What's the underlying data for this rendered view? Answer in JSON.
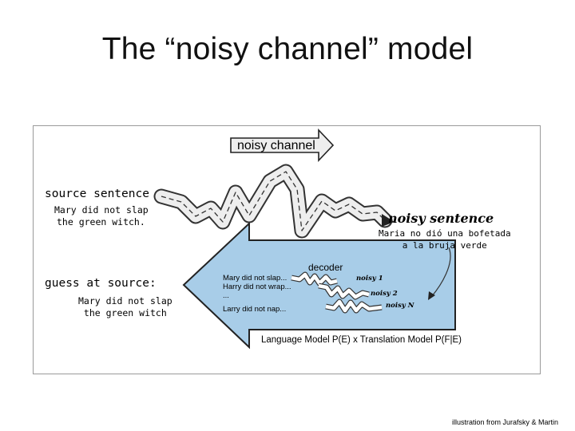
{
  "title": "The “noisy channel” model",
  "diagram": {
    "noisy_channel_label": "noisy channel",
    "source": {
      "heading": "source sentence",
      "lines": [
        "Mary did not slap",
        "the green witch."
      ]
    },
    "noisy_sentence": {
      "heading": "noisy sentence",
      "lines": [
        "Maria no dió una bofetada",
        "a la bruja verde"
      ]
    },
    "guess": {
      "heading": "guess at source:",
      "lines": [
        "Mary did not slap",
        "the green witch"
      ]
    },
    "decoder": {
      "label": "decoder",
      "candidates": [
        "Mary did not slap...",
        "Harry did not wrap...",
        "...",
        "Larry did not nap..."
      ],
      "noisy_tags": [
        "noisy 1",
        "noisy 2",
        "noisy N"
      ],
      "formula": "Language Model P(E) x Translation Model P(F|E)"
    },
    "colors": {
      "arrow_fill": "#a8cde8",
      "arrow_stroke": "#222222",
      "zigzag_fill": "#eeeeee"
    }
  },
  "credit": "illustration from Jurafsky & Martin"
}
